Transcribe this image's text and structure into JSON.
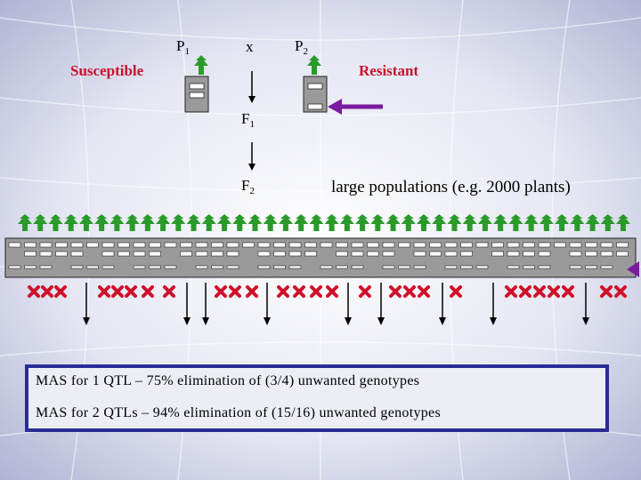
{
  "cross": {
    "p1": "P",
    "p1_sub": "1",
    "x": "x",
    "p2": "P",
    "p2_sub": "2",
    "susceptible": "Susceptible",
    "resistant": "Resistant"
  },
  "generations": {
    "f1": "F",
    "f1_sub": "1",
    "f2": "F",
    "f2_sub": "2"
  },
  "population_note": "large populations (e.g. 2000 plants)",
  "summary": {
    "line1": "MAS for 1 QTL – 75% elimination of (3/4) unwanted genotypes",
    "line2": "MAS for 2 QTLs – 94% elimination of (15/16) unwanted genotypes"
  },
  "colors": {
    "background": "#d6d8ea",
    "plant": "#2a9a2a",
    "marker_arrow": "#7a1aa0",
    "eliminated": "#d0102a",
    "box_border": "#2a2c96"
  }
}
